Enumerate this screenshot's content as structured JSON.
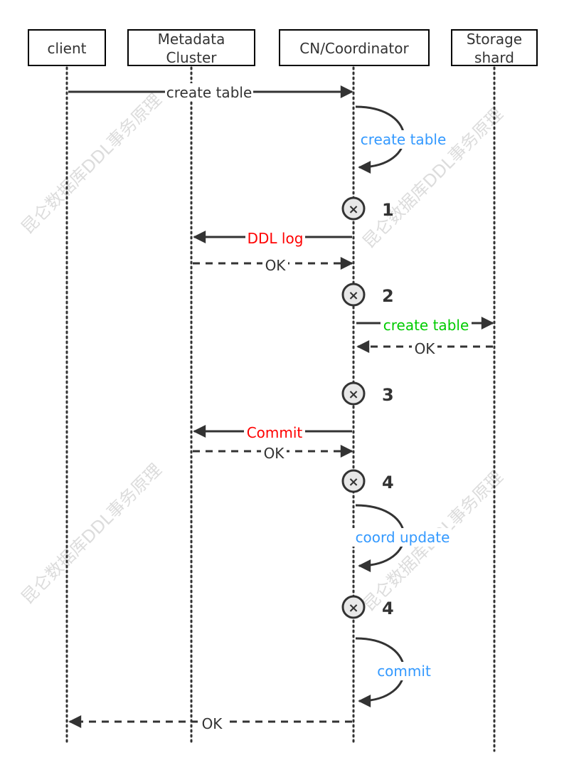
{
  "watermark": "昆仑数据库DDL事务原理",
  "participants": {
    "client": "client",
    "metadata_line1": "Metadata",
    "metadata_line2": "Cluster",
    "coordinator": "CN/Coordinator",
    "storage_line1": "Storage",
    "storage_line2": "shard"
  },
  "messages": {
    "create_table_req": "create table",
    "self_create_table": "create table",
    "ddl_log": "DDL log",
    "ok_ddl_log": "OK",
    "shard_create_table": "create table",
    "ok_shard": "OK",
    "commit_meta": "Commit",
    "ok_commit": "OK",
    "self_coord_update": "coord update",
    "self_commit": "commit",
    "ok_client": "OK"
  },
  "steps": {
    "s1": "1",
    "s2": "2",
    "s3": "3",
    "s4a": "4",
    "s4b": "4"
  },
  "colors": {
    "red": "#ff0000",
    "green": "#00cc00",
    "blue": "#3399ff",
    "dark": "#333333"
  }
}
